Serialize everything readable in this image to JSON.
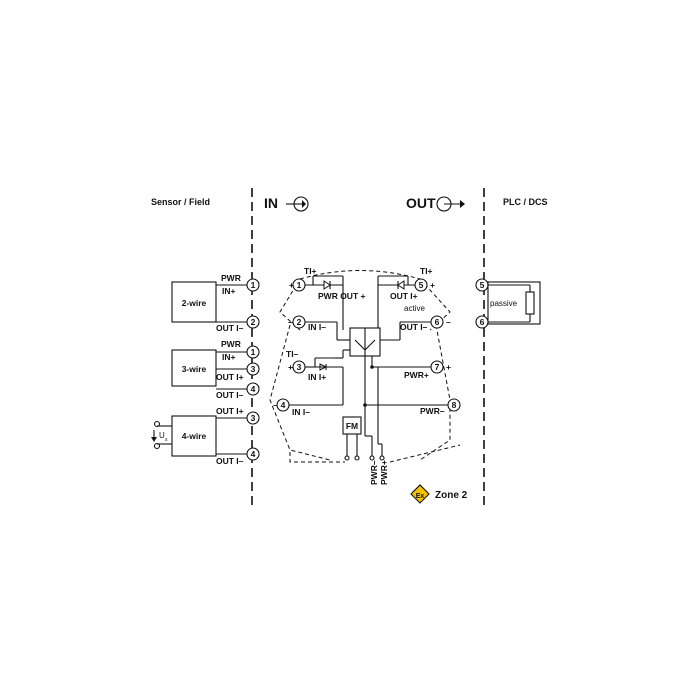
{
  "headers": {
    "sensor_field": "Sensor / Field",
    "in": "IN",
    "out": "OUT",
    "plc_dcs": "PLC / DCS"
  },
  "left_devices": {
    "two_wire": {
      "name": "2-wire",
      "pwr": "PWR",
      "in_plus": "IN+",
      "out_minus": "OUT I–",
      "t1": "1",
      "t2": "2"
    },
    "three_wire": {
      "name": "3-wire",
      "pwr": "PWR",
      "in_plus": "IN+",
      "out_plus": "OUT I+",
      "out_minus": "OUT I–",
      "t1": "1",
      "t2": "3",
      "t3": "4"
    },
    "four_wire": {
      "name": "4-wire",
      "out_plus": "OUT I+",
      "out_minus": "OUT I–",
      "us": "U",
      "us_sub": "s",
      "t1": "3",
      "t2": "4"
    }
  },
  "module": {
    "ti_plus_left": "TI+",
    "ti_plus_right": "TI+",
    "ti_minus": "TI–",
    "pwr_out_plus": "PWR OUT +",
    "in_minus_top": "IN I–",
    "in_plus": "IN I+",
    "in_minus_bottom": "IN I–",
    "out_plus": "OUT I+",
    "active": "active",
    "out_minus": "OUT I–",
    "pwr_plus": "PWR+",
    "pwr_minus": "PWR–",
    "fm": "FM",
    "bus_pwr_minus": "PWR–",
    "bus_pwr_plus": "PWR+",
    "plus": "+",
    "minus": "–",
    "terminals": {
      "t1": "1",
      "t2": "2",
      "t3": "3",
      "t4": "4",
      "t5": "5",
      "t6": "6",
      "t7": "7",
      "t8": "8"
    }
  },
  "right_device": {
    "label": "passive",
    "t5": "5",
    "t6": "6"
  },
  "zone": {
    "symbol": "Ex",
    "label": "Zone 2",
    "color": "#f5c400"
  },
  "icons": [
    "arrow-in-circle-icon",
    "arrow-out-circle-icon",
    "ex-hazard-icon",
    "diode-icon",
    "resistor-icon"
  ]
}
